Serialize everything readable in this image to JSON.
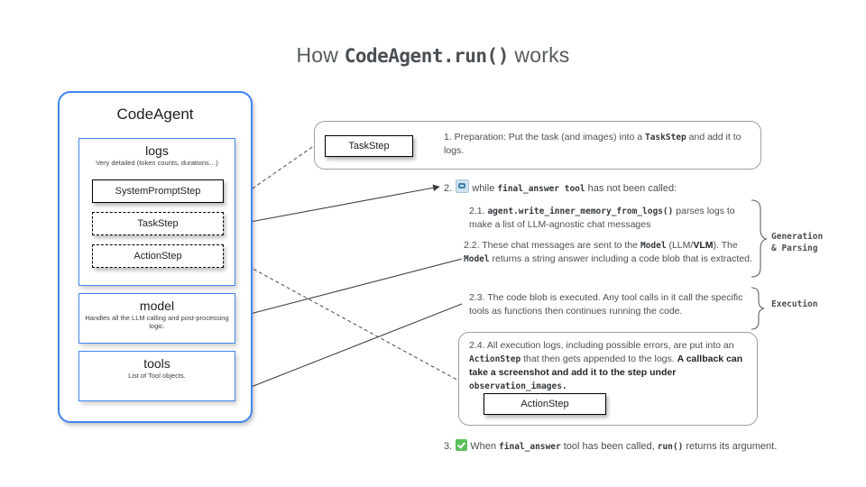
{
  "title": {
    "prefix": "How ",
    "code": "CodeAgent.run()",
    "suffix": " works"
  },
  "colors": {
    "brand_blue": "#4285f4",
    "text_gray": "#4a4f53",
    "panel_border": "#9aa0a6",
    "check_green": "#5bbf5b",
    "loop_blue": "#3f7fa6"
  },
  "agent_card": {
    "title": "CodeAgent",
    "logs": {
      "heading": "logs",
      "subtitle": "Very detailed (token counts, durations…)",
      "steps": [
        {
          "label": "SystemPromptStep",
          "style": "solid"
        },
        {
          "label": "TaskStep",
          "style": "dashed"
        },
        {
          "label": "ActionStep",
          "style": "dashed"
        }
      ]
    },
    "model": {
      "heading": "model",
      "subtitle": "Handles all the LLM calling and post-processing logic."
    },
    "tools": {
      "heading": "tools",
      "subtitle": "List of Tool objects."
    }
  },
  "flow": {
    "taskstep_badge": "TaskStep",
    "actionstep_badge": "ActionStep",
    "step1": {
      "number": "1.",
      "text_a": "  Preparation: Put the task (and images) into a ",
      "code_a": "TaskStep",
      "text_b": " and add it to logs."
    },
    "step2": {
      "number": "2.",
      "icon": "loop-icon",
      "text_a": "while ",
      "code_a": "final_answer tool",
      "text_b": " has not been called:"
    },
    "step21": {
      "number": "2.1.",
      "code_a": "agent.write_inner_memory_from_logs()",
      "text_a": " parses logs to make a list of LLM-agnostic chat messages"
    },
    "step22": {
      "number": "2.2.",
      "text_a": " These chat messages are sent to the ",
      "code_a": "Model",
      "text_b": " (LLM/",
      "bold_a": "VLM",
      "text_c": "). The ",
      "code_b": "Model",
      "text_d": " returns a string answer including a code blob that is extracted."
    },
    "step23": {
      "number": "2.3.",
      "text_a": " The code blob is executed. Any tool calls in it call the specific tools as functions then continues running the code."
    },
    "step24": {
      "number": "2.4.",
      "text_a": " All execution logs, including possible errors, are put into an ",
      "code_a": "ActionStep",
      "text_b": " that then gets appended to the logs. ",
      "bold_a": "A callback can  take a screenshot and add it to the step under ",
      "bold_code": "observation_images."
    },
    "step3": {
      "number": "3.",
      "icon": "check-icon",
      "text_a": "When ",
      "code_a": "final_answer",
      "text_b": " tool has been called, ",
      "code_b": "run()",
      "text_c": " returns its argument."
    }
  },
  "side_labels": {
    "generation": "Generation\n& Parsing",
    "execution": "Execution"
  }
}
